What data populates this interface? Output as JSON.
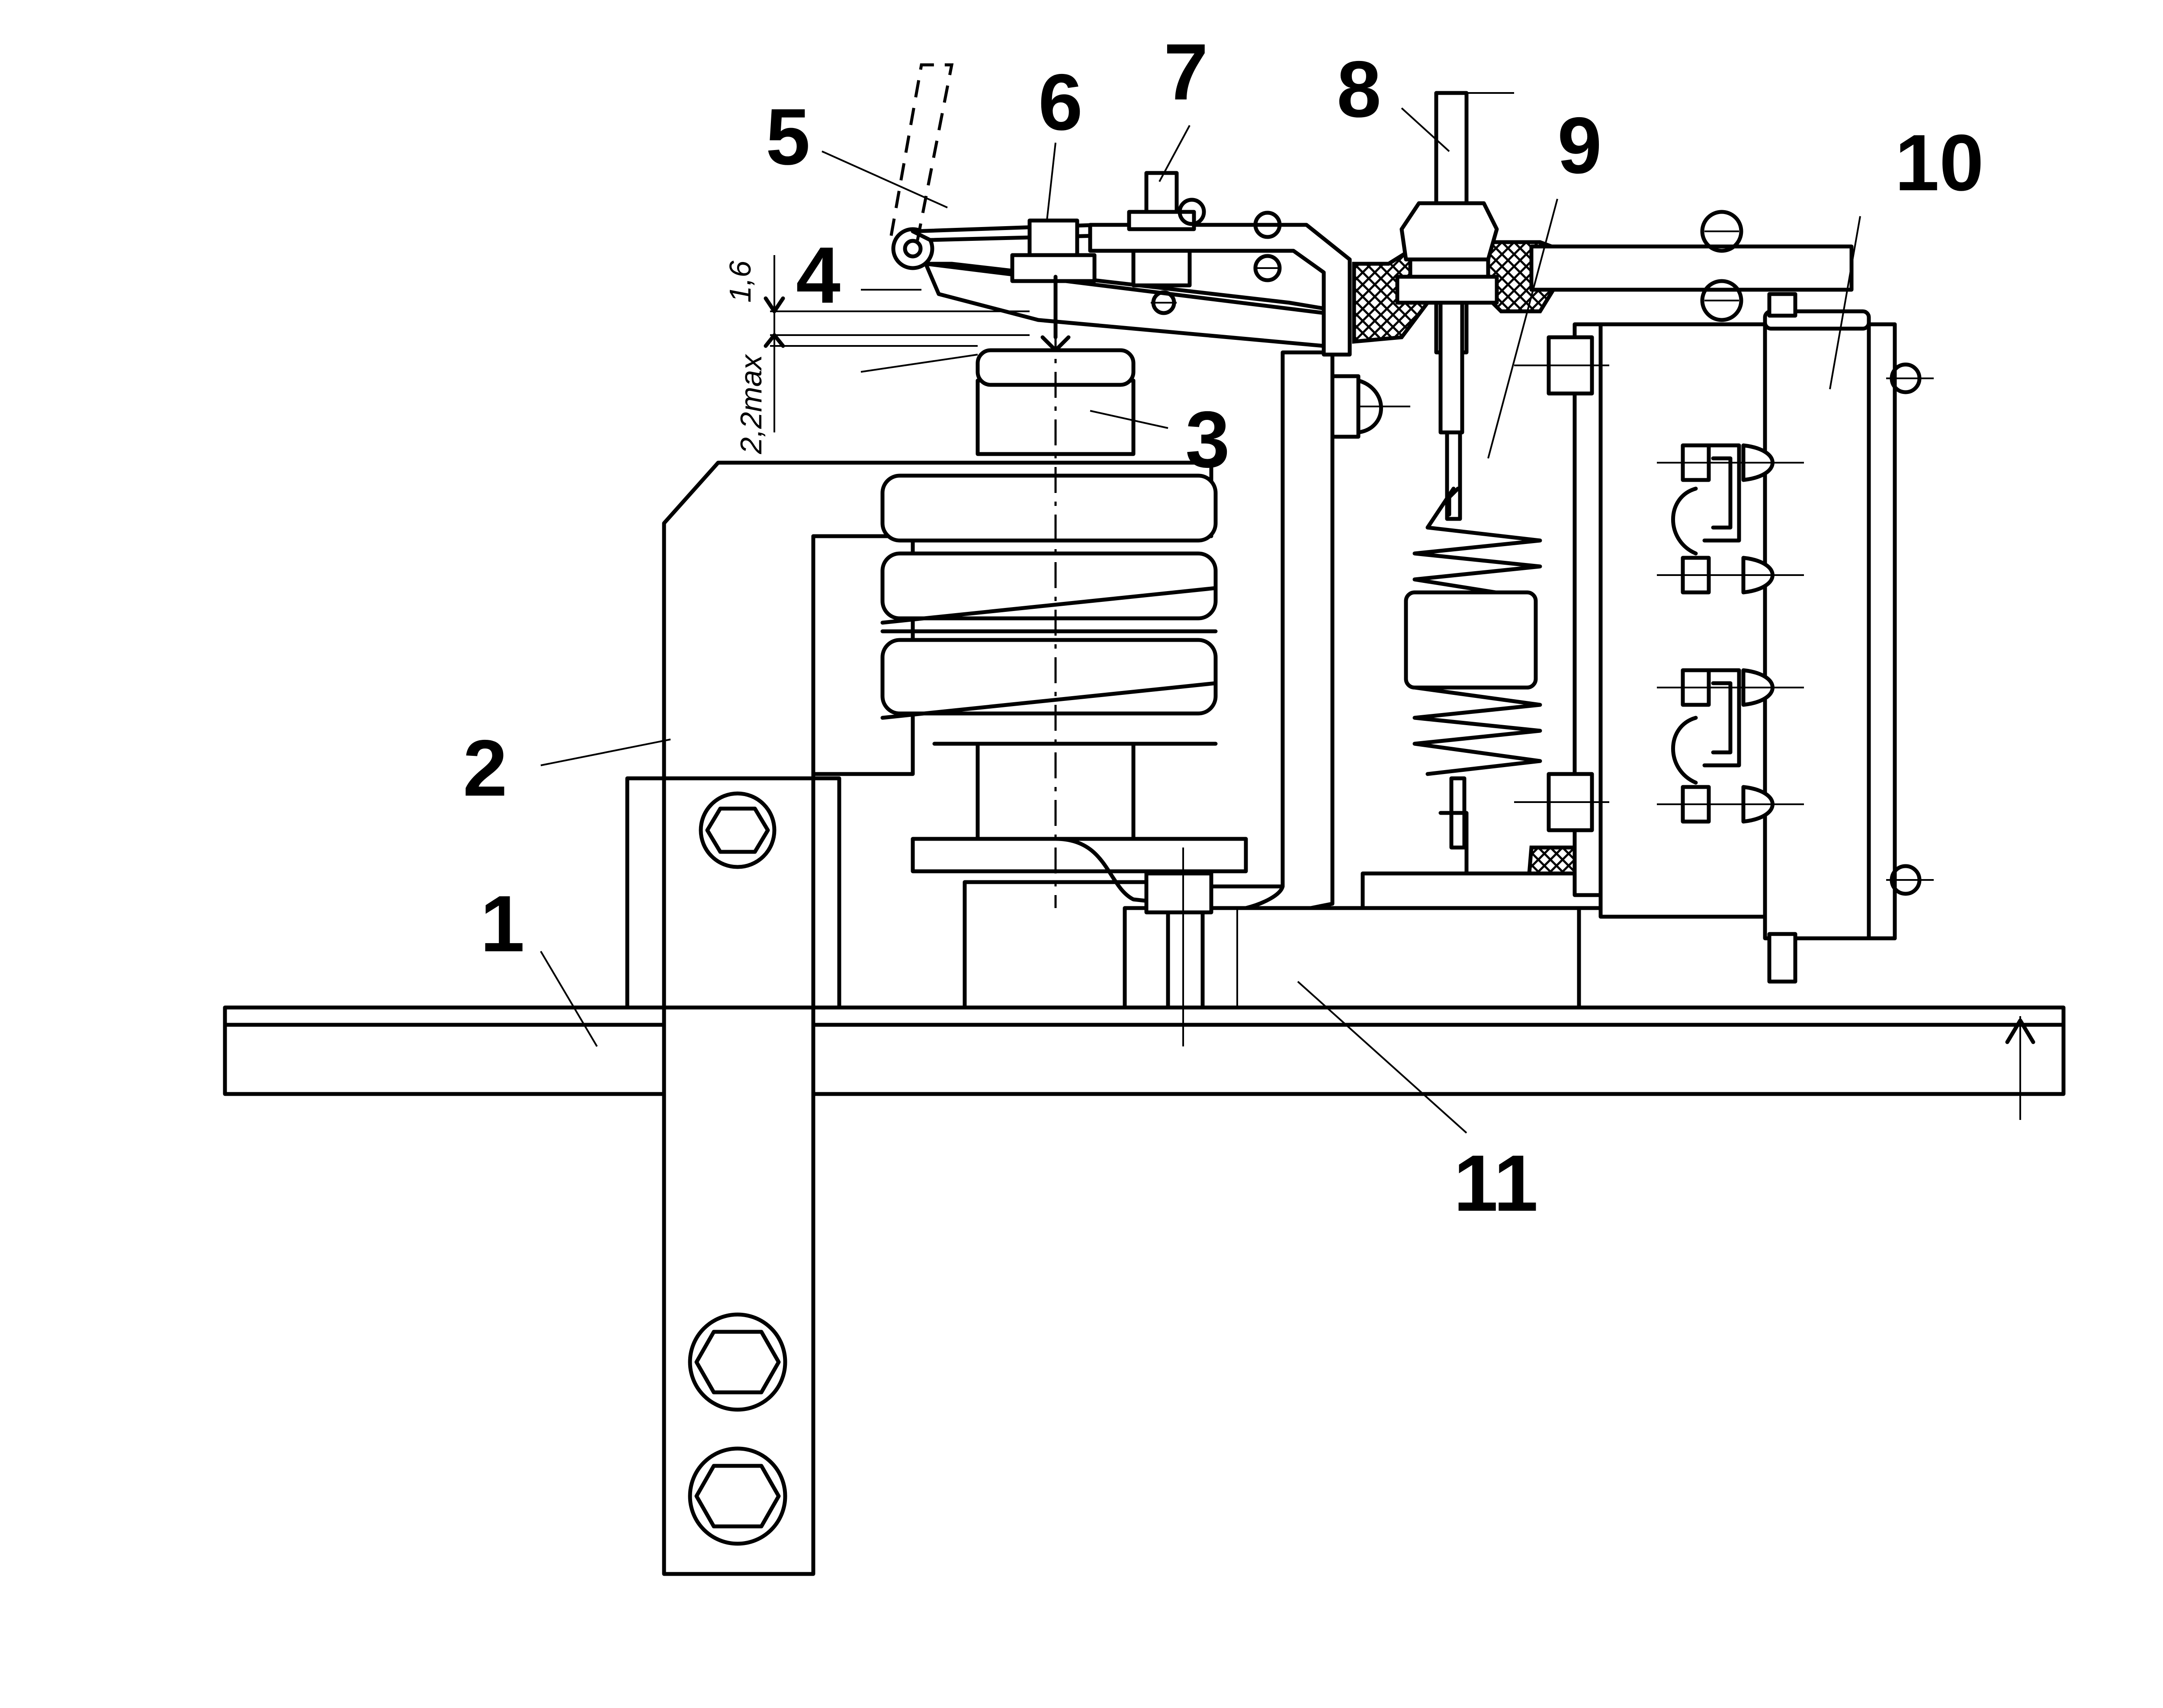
{
  "callouts": [
    "1",
    "2",
    "3",
    "4",
    "5",
    "6",
    "7",
    "8",
    "9",
    "10",
    "11"
  ],
  "dimensions": {
    "gap": "1,6",
    "stroke_max": "2,2max"
  }
}
